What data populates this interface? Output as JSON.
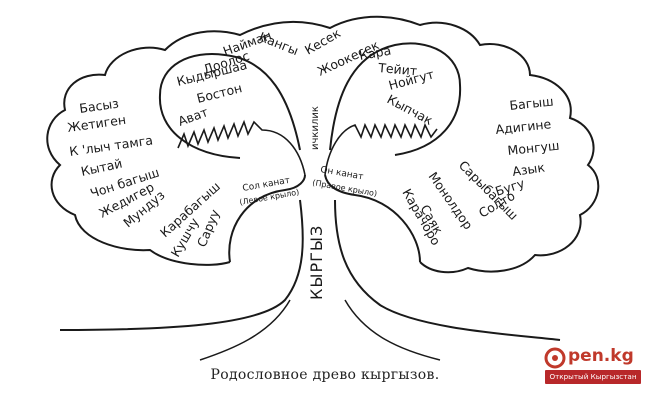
{
  "trunk_label": "КЫРГЫЗ",
  "top_label": "ичкилик",
  "left_wing": {
    "name": "Сол канат",
    "note": "(Левое крыло)"
  },
  "right_wing": {
    "name": "Он канат",
    "note": "(Правое крыло)"
  },
  "upper_left_tribes": [
    "Кангы",
    "Найман",
    "Доолос",
    "Кыдыршаа",
    "Бостон",
    "Ават"
  ],
  "upper_right_tribes": [
    "Кесек",
    "Жоокесек",
    "Кара",
    "Тейит",
    "Нойгут",
    "Кыпчак"
  ],
  "left_tribes": [
    "Басыз",
    "Жетиген",
    "К 'лыч тамга",
    "Кытай",
    "Чон багыш",
    "Жедигер",
    "Мундуз",
    "Карабагыш",
    "Кушчу",
    "Саруу"
  ],
  "right_tribes": [
    "Багыш",
    "Адигине",
    "Монгуш",
    "Азык",
    "Бугу",
    "Солто",
    "Сарыбагыш",
    "Монолдор",
    "Саяк",
    "Карачоро"
  ],
  "caption": "Родословное древо кыргызов.",
  "watermark": {
    "name": "pen.kg",
    "tagline": "Открытый Кыргызстан",
    "color": "#c0392b"
  }
}
